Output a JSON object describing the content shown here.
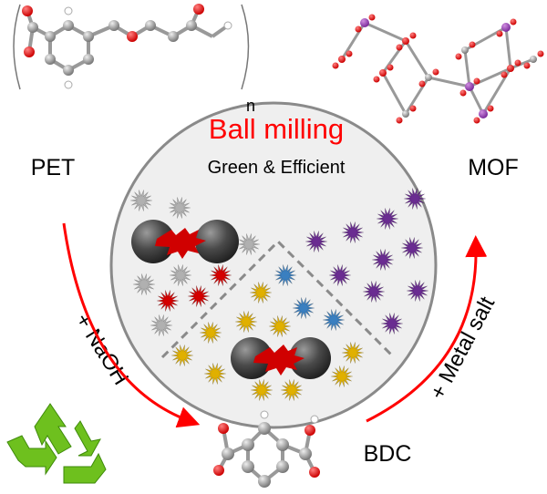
{
  "labels": {
    "title": "Ball milling",
    "subtitle": "Green & Efficient",
    "pet": "PET",
    "mof": "MOF",
    "bdc": "BDC",
    "naoh": "+ NaOH",
    "metal_salt": "+ Metal salt",
    "polymer_n": "n"
  },
  "colors": {
    "accent": "#ff0000",
    "gray_star": "#b0b0b0",
    "red_star": "#d40000",
    "purple_star": "#6a2c91",
    "blue_star": "#3a7fc0",
    "yellow_star": "#e0b000",
    "recycle": "#6ec01e"
  }
}
